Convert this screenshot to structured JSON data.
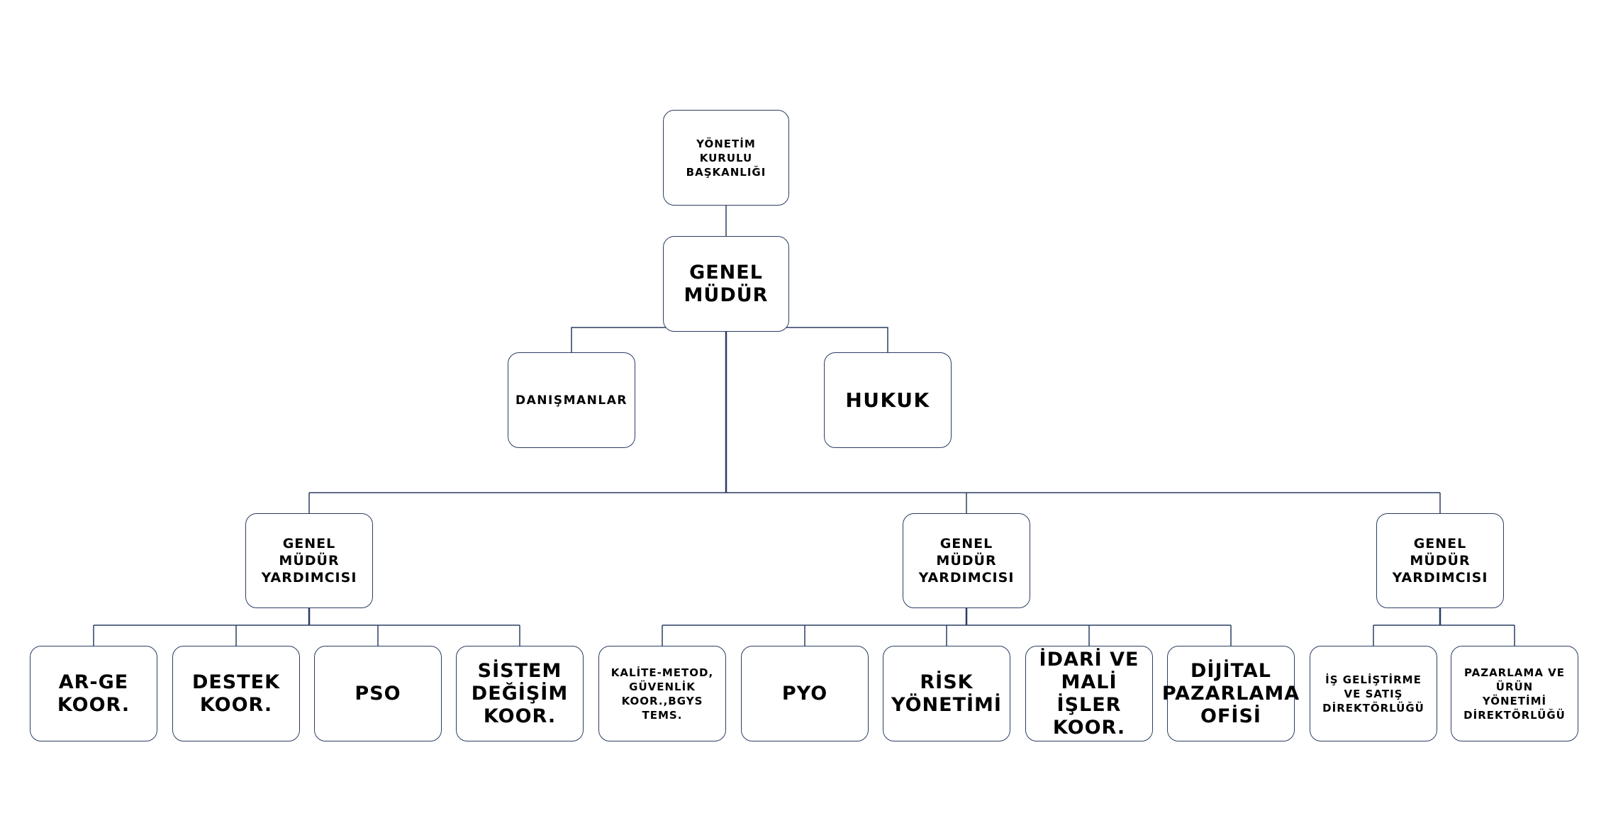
{
  "colors": {
    "line": "#2b3d63",
    "border": "#2b3d63",
    "text": "#000000",
    "background": "#ffffff"
  },
  "nodes": {
    "yonetim": "YÖNETİM\nKURULU\nBAŞKANLIĞI",
    "genel_mudur": "GENEL\nMÜDÜR",
    "danismanlar": "DANIŞMANLAR",
    "hukuk": "HUKUK",
    "gmy_1": "GENEL\nMÜDÜR\nYARDIMCISI",
    "gmy_2": "GENEL\nMÜDÜR\nYARDIMCISI",
    "gmy_3": "GENEL\nMÜDÜR\nYARDIMCISI",
    "arge": "AR-GE\nKOOR.",
    "destek": "DESTEK\nKOOR.",
    "pso": "PSO",
    "sistem": "SİSTEM\nDEĞİŞİM\nKOOR.",
    "kalite": "KALİTE-METOD,\nGÜVENLİK\nKOOR.,BGYS\nTEMS.",
    "pyo": "PYO",
    "risk": "RİSK\nYÖNETİMİ",
    "idari": "İDARİ VE\nMALİ\nİŞLER\nKOOR.",
    "dijital": "DİJİTAL\nPAZARLAMA\nOFİSİ",
    "is_gelistirme": "İŞ GELİŞTİRME\nVE SATIŞ\nDİREKTÖRLÜĞÜ",
    "pazarlama": "PAZARLAMA VE\nÜRÜN\nYÖNETİMİ\nDİREKTÖRLÜĞÜ"
  }
}
